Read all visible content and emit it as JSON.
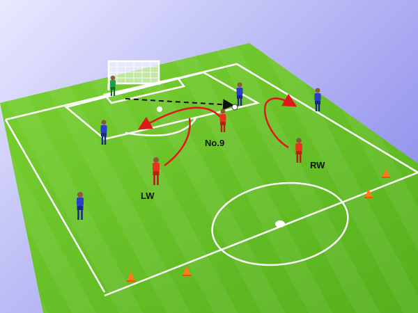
{
  "labels": {
    "no9": "No.9",
    "lw": "LW",
    "rw": "RW"
  },
  "colors": {
    "pitch_light": "#6fcb2a",
    "pitch_dark": "#4ea518",
    "lines": "#ffffff",
    "attacking_team": "#e8321e",
    "defending_team": "#2a3fc4",
    "goalkeeper": "#19a04a",
    "run_arrow": "#e01818",
    "pass_arrow": "#111111",
    "cone": "#ff7a1a"
  },
  "icons": {
    "cone": "training-cone-icon",
    "ball": "football-icon",
    "goal": "goal-net-icon"
  }
}
